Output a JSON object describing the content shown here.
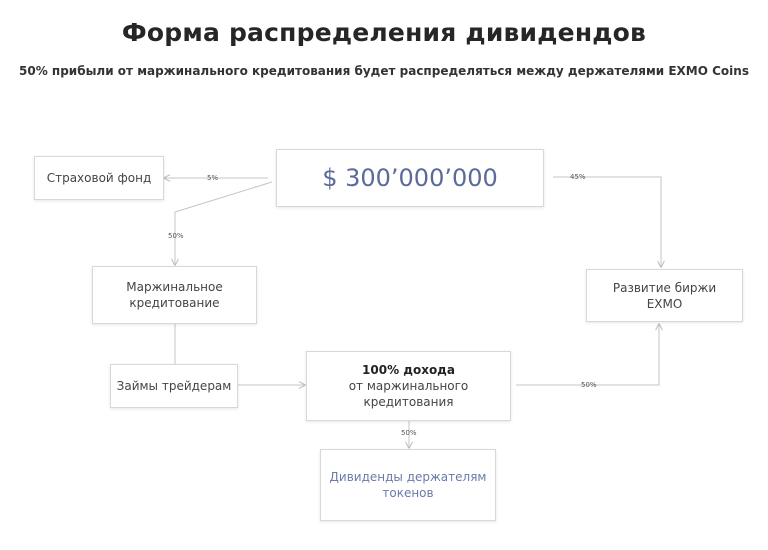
{
  "header": {
    "title": "Форма распределения дивидендов",
    "subtitle": "50% прибыли от маржинального кредитования будет распределяться между держателями EXMO Coins"
  },
  "nodes": {
    "total": {
      "text": "$ 300’000’000"
    },
    "insurance_fund": {
      "text": "Страховой фонд"
    },
    "margin_lending": {
      "line1": "Маржинальное",
      "line2": "кредитование"
    },
    "exchange_dev": {
      "line1": "Развитие биржи",
      "line2": "EXMO"
    },
    "trader_loans": {
      "text": "Займы трейдерам"
    },
    "income": {
      "line1": "100% дохода",
      "line2": "от маржинального",
      "line3": "кредитования"
    },
    "dividends": {
      "line1": "Дивиденды держателям",
      "line2": "токенов"
    }
  },
  "edges": {
    "to_insurance": "5%",
    "to_margin": "50%",
    "to_exchange": "45%",
    "income_to_exchange": "50%",
    "income_to_dividends": "50%"
  },
  "colors": {
    "line": "#c4c4c4",
    "amount_text": "#5b6a9a",
    "dividends_text": "#6b7aa8"
  }
}
